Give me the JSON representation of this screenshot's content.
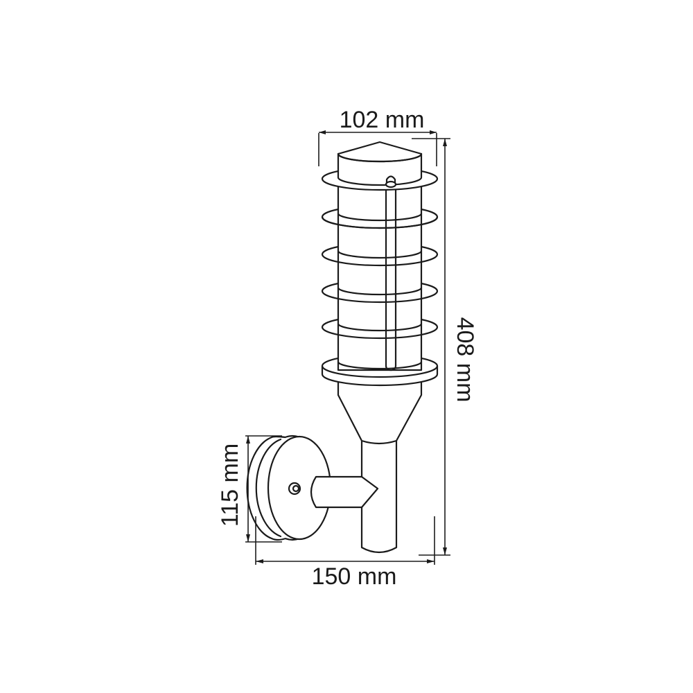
{
  "diagram": {
    "type": "technical-dimension-drawing",
    "subject": "outdoor wall torch lantern with grille rings",
    "line_color": "#1a1a1a",
    "background": "#ffffff",
    "dimensions": {
      "width_top": {
        "label": "102 mm",
        "orientation": "horizontal"
      },
      "height_total": {
        "label": "408 mm",
        "orientation": "vertical"
      },
      "mount_height": {
        "label": "115 mm",
        "orientation": "vertical"
      },
      "depth_total": {
        "label": "150 mm",
        "orientation": "horizontal"
      }
    },
    "parts": [
      "cap",
      "grille-rings",
      "glass-cylinder",
      "vertical-bar",
      "top-screw",
      "funnel-base",
      "stem-tube",
      "wall-plate",
      "mount-screw",
      "arm-bracket"
    ]
  }
}
